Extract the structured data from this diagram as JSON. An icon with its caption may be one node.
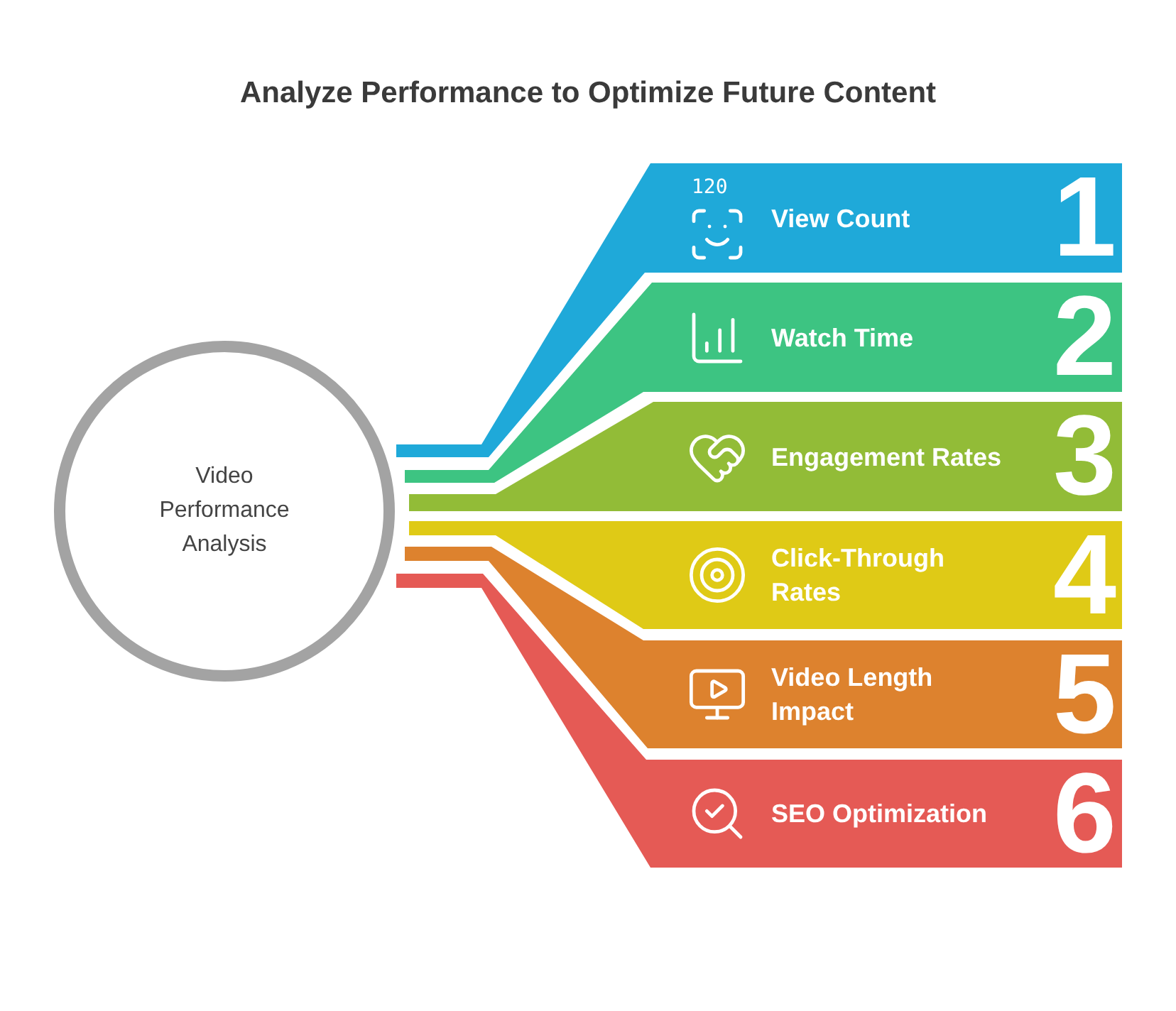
{
  "diagram": {
    "title": "Analyze Performance to Optimize Future Content",
    "nodes": [
      {
        "text": [
          "Video Performance Analysis"
        ]
      },
      {
        "text": [
          "View Count",
          "1"
        ]
      },
      {
        "text": [
          "Watch Time",
          "2"
        ]
      },
      {
        "text": [
          "Engagement Rates",
          "3"
        ]
      },
      {
        "text": [
          "Click-Through Rates",
          "4"
        ]
      },
      {
        "text": [
          "Video Length Impact",
          "5"
        ]
      },
      {
        "text": [
          "SEO Optimization",
          "6"
        ]
      }
    ],
    "edges": [
      {
        "from": 0,
        "to": 1,
        "arrow": "none",
        "style": "thick",
        "color": "#1fa9d9"
      },
      {
        "from": 0,
        "to": 2,
        "arrow": "none",
        "style": "thick",
        "color": "#3dc482"
      },
      {
        "from": 0,
        "to": 3,
        "arrow": "none",
        "style": "thick",
        "color": "#92bc37"
      },
      {
        "from": 0,
        "to": 4,
        "arrow": "none",
        "style": "thick",
        "color": "#dfca16"
      },
      {
        "from": 0,
        "to": 5,
        "arrow": "none",
        "style": "thick",
        "color": "#dd822e"
      },
      {
        "from": 0,
        "to": 6,
        "arrow": "none",
        "style": "thick",
        "color": "#e55a55"
      }
    ],
    "labels": [
      "120"
    ]
  }
}
